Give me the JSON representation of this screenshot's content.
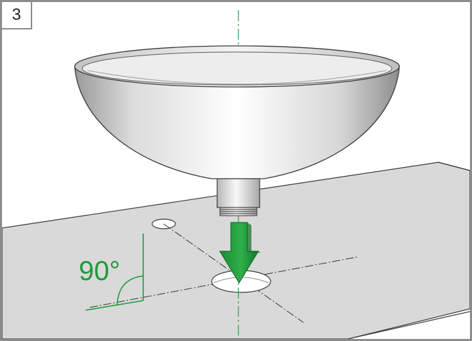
{
  "step": {
    "number": "3"
  },
  "angle": {
    "label": "90°"
  },
  "colors": {
    "accent": "#1f9a3a",
    "arrow": "#26a03c",
    "arrow_dark": "#0f6e26",
    "countertop": "#d9d9d9",
    "frame": "#8c8c8c",
    "centerline": "#2ea04a"
  },
  "icons": {
    "step_badge": "step-number-badge",
    "arrow": "down-arrow-icon",
    "angle": "right-angle-icon"
  }
}
